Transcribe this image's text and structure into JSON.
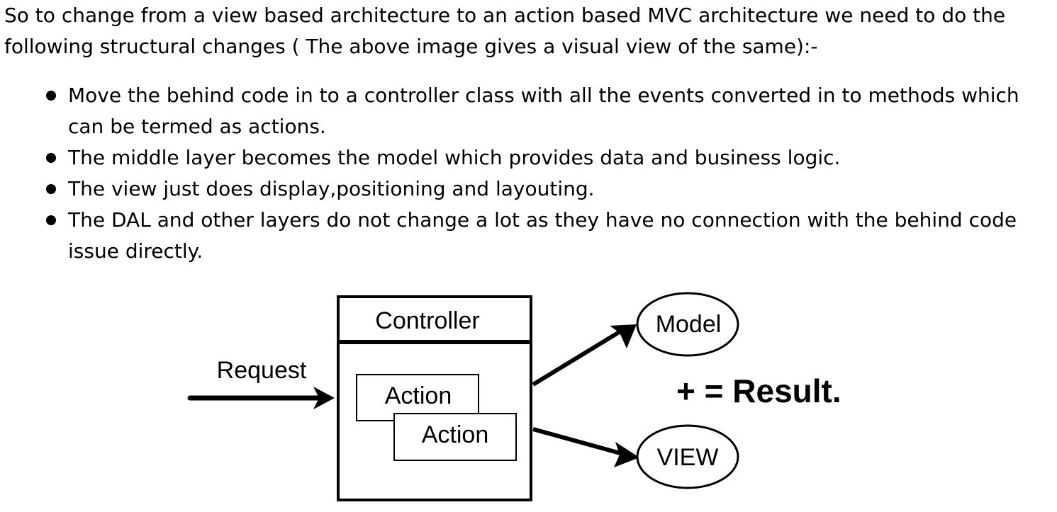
{
  "intro": {
    "text": "So to change from a view based architecture to an action based MVC architecture we need to do the following structural changes ( The above image gives a visual view of the same):-"
  },
  "bullets": [
    {
      "text": "Move the behind code in to a controller class with all the events converted in to methods which can be termed as actions."
    },
    {
      "text": "The middle layer becomes the model which provides data and business logic."
    },
    {
      "text": "The view just does display,positioning and layouting."
    },
    {
      "text": "The DAL and other layers do not change a lot as they have no connection with the behind code issue directly."
    }
  ],
  "diagram": {
    "controller_label": "Controller",
    "request_label": "Request",
    "action_1_label": "Action",
    "action_2_label": "Action",
    "model_label": "Model",
    "view_label": "VIEW",
    "result_label": "+ = Result."
  }
}
